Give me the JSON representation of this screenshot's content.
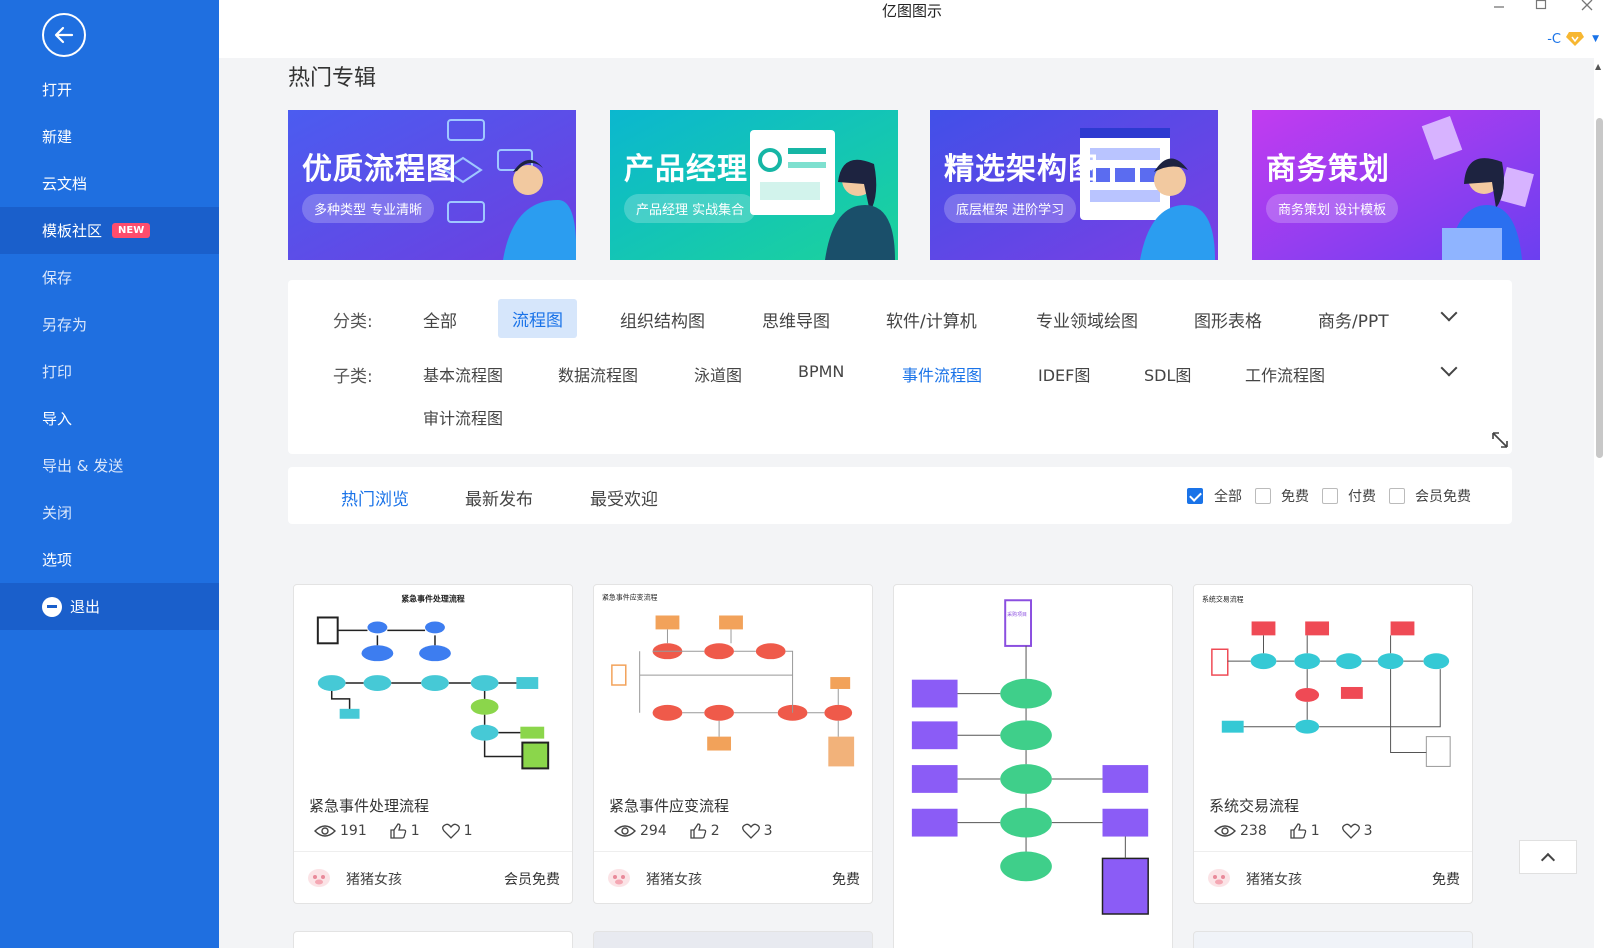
{
  "window": {
    "title": "亿图图示",
    "user_label": "-C"
  },
  "sidebar": {
    "items": [
      {
        "label": "打开"
      },
      {
        "label": "新建"
      },
      {
        "label": "云文档"
      },
      {
        "label": "模板社区",
        "badge": "NEW"
      },
      {
        "label": "保存"
      },
      {
        "label": "另存为"
      },
      {
        "label": "打印"
      },
      {
        "label": "导入"
      },
      {
        "label": "导出 & 发送"
      },
      {
        "label": "关闭"
      },
      {
        "label": "选项"
      },
      {
        "label": "退出"
      }
    ]
  },
  "main": {
    "section_title": "热门专辑",
    "banners": [
      {
        "title": "优质流程图",
        "subtitle": "多种类型 专业清晰"
      },
      {
        "title": "产品经理",
        "subtitle": "产品经理 实战集合"
      },
      {
        "title": "精选架构图",
        "subtitle": "底层框架 进阶学习"
      },
      {
        "title": "商务策划",
        "subtitle": "商务策划 设计模板"
      }
    ],
    "category": {
      "label": "分类:",
      "items": [
        "全部",
        "流程图",
        "组织结构图",
        "思维导图",
        "软件/计算机",
        "专业领域绘图",
        "图形表格",
        "商务/PPT"
      ],
      "selected": "流程图"
    },
    "subcategory": {
      "label": "子类:",
      "items": [
        "基本流程图",
        "数据流程图",
        "泳道图",
        "BPMN",
        "事件流程图",
        "IDEF图",
        "SDL图",
        "工作流程图",
        "审计流程图"
      ],
      "selected": "事件流程图"
    },
    "sort_tabs": [
      "热门浏览",
      "最新发布",
      "最受欢迎"
    ],
    "sort_selected": "热门浏览",
    "price_filters": [
      {
        "label": "全部",
        "checked": true
      },
      {
        "label": "免费",
        "checked": false
      },
      {
        "label": "付费",
        "checked": false
      },
      {
        "label": "会员免费",
        "checked": false
      }
    ],
    "cards": [
      {
        "thumb_title": "紧急事件处理流程",
        "title": "紧急事件处理流程",
        "views": "191",
        "likes": "1",
        "favorites": "1",
        "author": "猪猪女孩",
        "price": "会员免费"
      },
      {
        "thumb_title": "紧急事件应变流程",
        "title": "紧急事件应变流程",
        "views": "294",
        "likes": "2",
        "favorites": "3",
        "author": "猪猪女孩",
        "price": "免费"
      },
      {
        "thumb_title": "采购项目"
      },
      {
        "thumb_title": "系统交易流程",
        "title": "系统交易流程",
        "views": "238",
        "likes": "1",
        "favorites": "3",
        "author": "猪猪女孩",
        "price": "免费"
      }
    ]
  },
  "colors": {
    "sidebar": "#1f6fe0",
    "accent": "#1a73e8",
    "selected_bg": "#d6e6fb"
  }
}
